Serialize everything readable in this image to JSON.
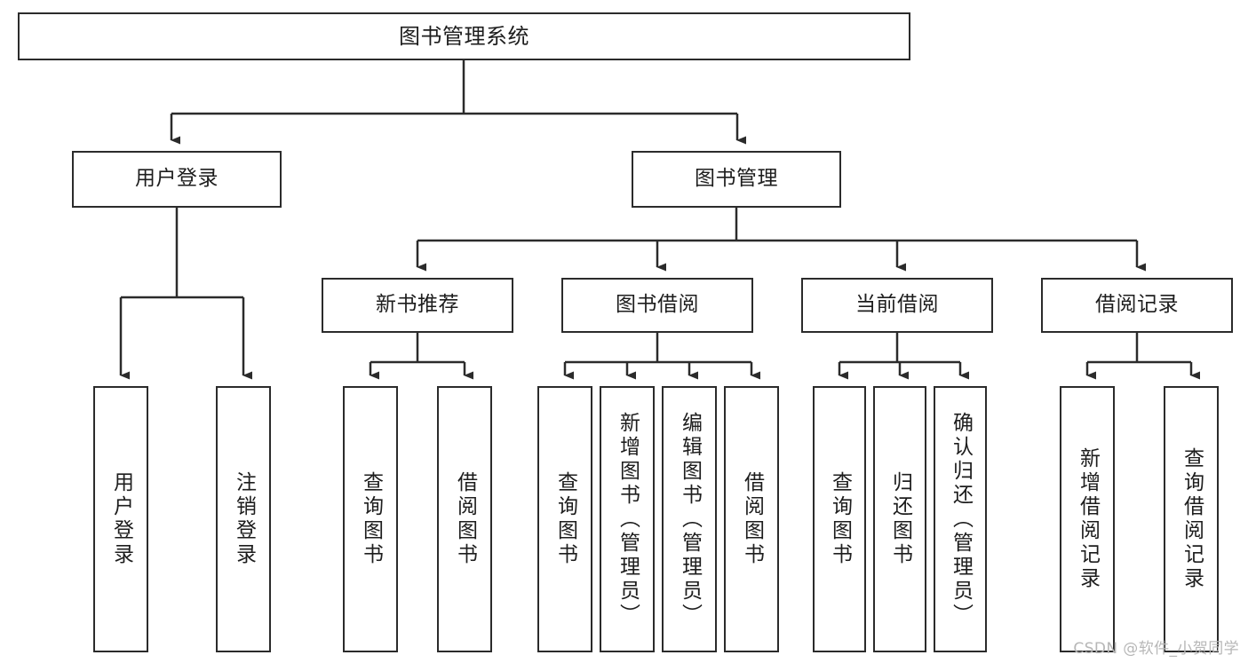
{
  "diagram": {
    "title": "图书管理系统",
    "type": "tree-hierarchy-diagram",
    "colors": {
      "box_border": "#2b2b2b",
      "box_fill": "#ffffff",
      "edge": "#2b2b2b",
      "background": "#ffffff",
      "watermark": "#b7b7b7"
    },
    "nodes": {
      "root": {
        "label": "图书管理系统"
      },
      "level1": [
        {
          "label": "用户登录"
        },
        {
          "label": "图书管理"
        }
      ],
      "level2": [
        {
          "label": "新书推荐"
        },
        {
          "label": "图书借阅"
        },
        {
          "label": "当前借阅"
        },
        {
          "label": "借阅记录"
        }
      ],
      "leaves": {
        "user_login": [
          {
            "label": "用户登录"
          },
          {
            "label": "注销登录"
          }
        ],
        "new_book_recommend": [
          {
            "label": "查询图书"
          },
          {
            "label": "借阅图书"
          }
        ],
        "book_borrow": [
          {
            "label": "查询图书"
          },
          {
            "label": "新增图书（管理员）"
          },
          {
            "label": "编辑图书（管理员）"
          },
          {
            "label": "借阅图书"
          }
        ],
        "current_borrow": [
          {
            "label": "查询图书"
          },
          {
            "label": "归还图书"
          },
          {
            "label": "确认归还（管理员）"
          }
        ],
        "borrow_record": [
          {
            "label": "新增借阅记录"
          },
          {
            "label": "查询借阅记录"
          }
        ]
      }
    },
    "watermark": "CSDN @软件_小贺同学"
  }
}
